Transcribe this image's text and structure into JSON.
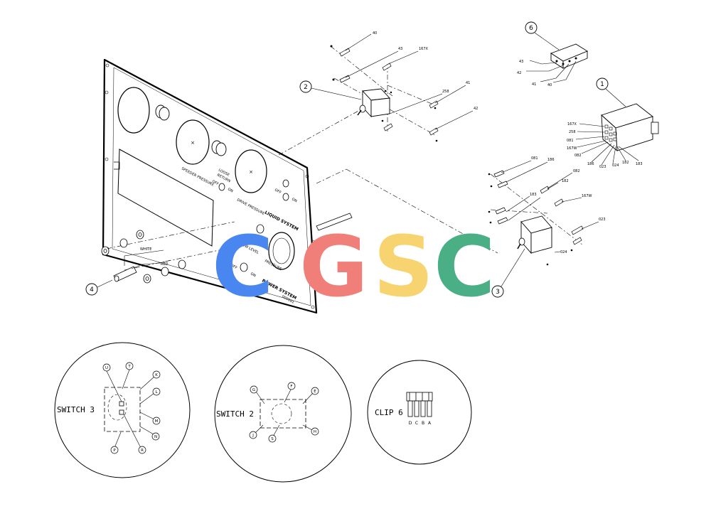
{
  "watermark": {
    "letters": [
      "C",
      "G",
      "S",
      "C"
    ],
    "colors": [
      "#4A86F0",
      "#EF7F78",
      "#F7D470",
      "#4BAF86"
    ]
  },
  "balloons": {
    "b1": "1",
    "b2": "2",
    "b3": "3",
    "b4": "4",
    "b6": "6"
  },
  "switch2_hw_labels": [
    "40",
    "43",
    "167X",
    "41",
    "258",
    "42"
  ],
  "clip6_wire_labels": [
    "43",
    "42",
    "41",
    "40"
  ],
  "connector1_labels": [
    "167X",
    "258",
    "081",
    "167W",
    "082",
    "186",
    "023",
    "024",
    "182",
    "183"
  ],
  "switch3_hw_labels": [
    "081",
    "186",
    "082",
    "182",
    "183",
    "167W",
    "023",
    "024"
  ],
  "wire_labels": {
    "white": "WHITE",
    "red": "RED"
  },
  "panel_text": {
    "gauge1": "SPEEDER PRESSURE",
    "gauge2a": "LOOSE",
    "gauge2b": "RETURN",
    "gauge3": "DRIVE PRESSURE",
    "off_on_1": [
      "OFF",
      "ON"
    ],
    "off_on_2": [
      "OFF",
      "ON"
    ],
    "off_on_3": [
      "OFF",
      "ON"
    ],
    "liquid": "LIQUID SYSTEM",
    "low_level": "LOW LEVEL",
    "pressure": "PRESSURE",
    "power": "POWER SYSTEM",
    "part_no": "000001"
  },
  "details": {
    "switch3": {
      "title": "SWITCH 3",
      "terminals": [
        "U",
        "T",
        "K",
        "L",
        "M",
        "N",
        "R",
        "P"
      ]
    },
    "switch2": {
      "title": "SWITCH 2",
      "terminals": [
        "G",
        "F",
        "E",
        "H",
        "S",
        "J"
      ]
    },
    "clip6": {
      "title": "CLIP 6",
      "pins": [
        "D",
        "C",
        "B",
        "A"
      ]
    }
  }
}
